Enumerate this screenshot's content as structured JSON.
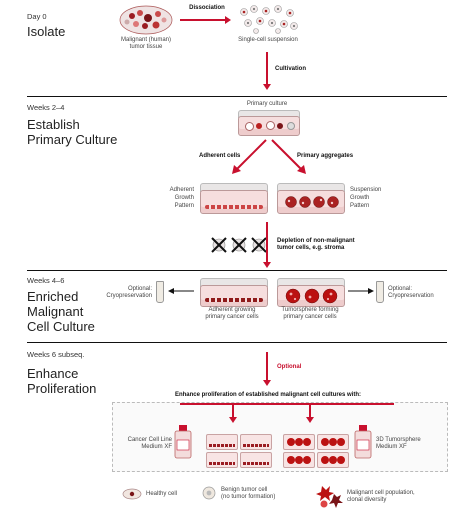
{
  "stages": [
    {
      "label": "Day 0",
      "title": "Isolate"
    },
    {
      "label": "Weeks 2–4",
      "title_line1": "Establish",
      "title_line2": "Primary Culture"
    },
    {
      "label": "Weeks 4–6",
      "title_line1": "Enriched",
      "title_line2": "Malignant",
      "title_line3": "Cell Culture"
    },
    {
      "label": "Weeks 6 subseq.",
      "title_line1": "Enhance",
      "title_line2": "Proliferation"
    }
  ],
  "isolate": {
    "dissociation": "Dissociation",
    "tissue_line1": "Malignant (human)",
    "tissue_line2": "tumor tissue",
    "suspension": "Single-cell suspension",
    "cultivation": "Cultivation"
  },
  "primary": {
    "primary_culture": "Primary culture",
    "adherent_cells": "Adherent cells",
    "primary_aggregates": "Primary aggregates",
    "adherent_pattern_l1": "Adherent",
    "adherent_pattern_l2": "Growth",
    "adherent_pattern_l3": "Pattern",
    "suspension_pattern_l1": "Suspension",
    "suspension_pattern_l2": "Growth",
    "suspension_pattern_l3": "Pattern",
    "depletion_l1": "Depletion of non-malignant",
    "depletion_l2": "tumor cells, e.g. stroma"
  },
  "enriched": {
    "optional_left_l1": "Optional:",
    "optional_left_l2": "Cryopreservation",
    "optional_right_l1": "Optional:",
    "optional_right_l2": "Cryopreservation",
    "adherent_cap_l1": "Adherent growing",
    "adherent_cap_l2": "primary cancer cells",
    "tumorsphere_cap_l1": "Tumorsphere forming",
    "tumorsphere_cap_l2": "primary cancer cells"
  },
  "enhance": {
    "optional": "Optional",
    "enhance_text": "Enhance proliferation of established malignant cell cultures with:",
    "medium_left_l1": "Cancer Cell Line",
    "medium_left_l2": "Medium XF",
    "medium_right_l1": "3D Tumorsphere",
    "medium_right_l2": "Medium XF"
  },
  "legend": {
    "healthy": "Healthy cell",
    "benign_l1": "Benign tumor cell",
    "benign_l2": "(no tumor formation)",
    "malignant_l1": "Malignant cell population,",
    "malignant_l2": "clonal diversity"
  },
  "colors": {
    "accent": "#c8102e",
    "dish": "#f6dede"
  }
}
